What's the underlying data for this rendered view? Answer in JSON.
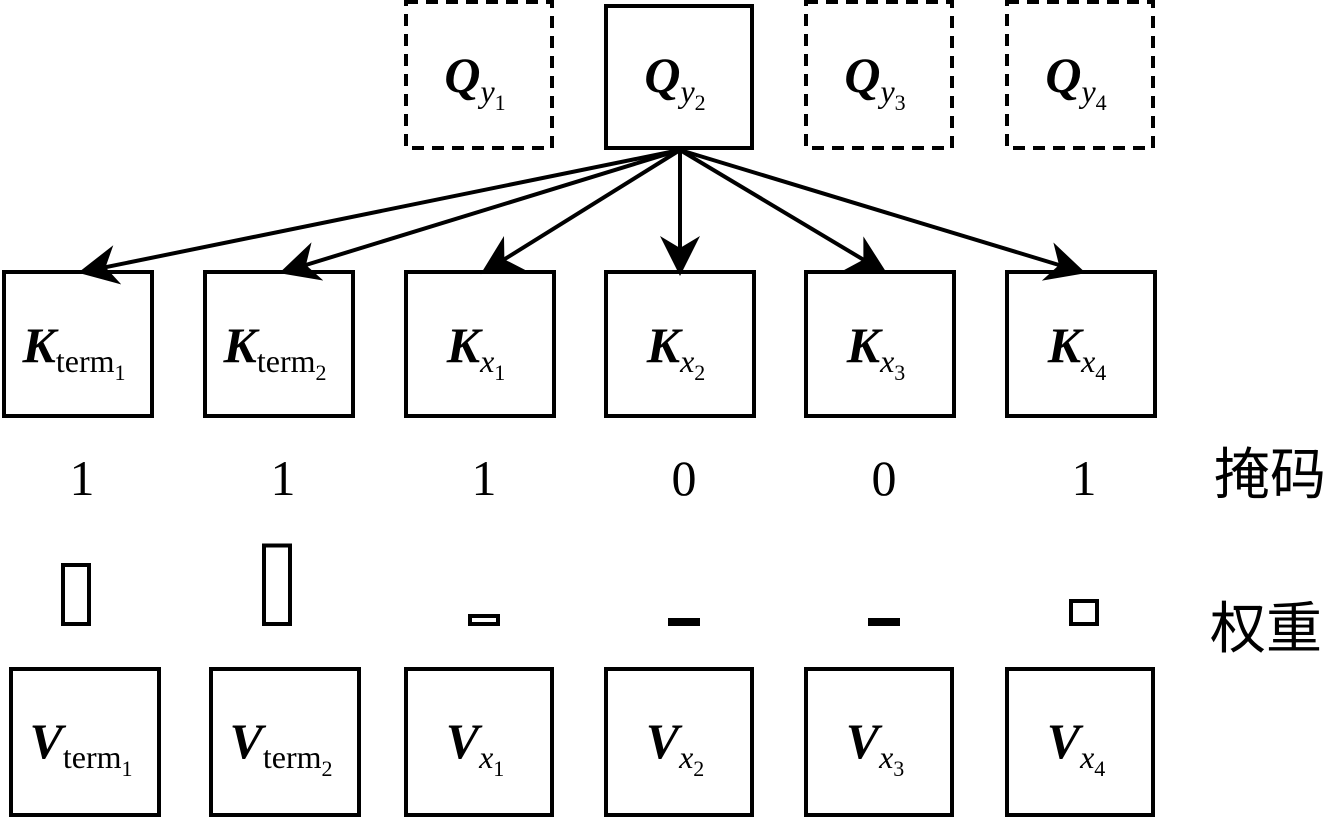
{
  "queries": [
    {
      "symbol": "Q",
      "sub": "y",
      "subsub": "1",
      "style": "dashed"
    },
    {
      "symbol": "Q",
      "sub": "y",
      "subsub": "2",
      "style": "solid"
    },
    {
      "symbol": "Q",
      "sub": "y",
      "subsub": "3",
      "style": "dashed"
    },
    {
      "symbol": "Q",
      "sub": "y",
      "subsub": "4",
      "style": "dashed"
    }
  ],
  "keys": [
    {
      "symbol": "K",
      "sub": "term",
      "subsub": "1",
      "sub_italic": false
    },
    {
      "symbol": "K",
      "sub": "term",
      "subsub": "2",
      "sub_italic": false
    },
    {
      "symbol": "K",
      "sub": "x",
      "subsub": "1",
      "sub_italic": true
    },
    {
      "symbol": "K",
      "sub": "x",
      "subsub": "2",
      "sub_italic": true
    },
    {
      "symbol": "K",
      "sub": "x",
      "subsub": "3",
      "sub_italic": true
    },
    {
      "symbol": "K",
      "sub": "x",
      "subsub": "4",
      "sub_italic": true
    }
  ],
  "mask": {
    "label": "掩码",
    "values": [
      "1",
      "1",
      "1",
      "0",
      "0",
      "1"
    ]
  },
  "weights": {
    "label": "权重",
    "levels": [
      0.42,
      0.55,
      0.08,
      0.04,
      0.04,
      0.18
    ]
  },
  "values_row": [
    {
      "symbol": "V",
      "sub": "term",
      "subsub": "1",
      "sub_italic": false
    },
    {
      "symbol": "V",
      "sub": "term",
      "subsub": "2",
      "sub_italic": false
    },
    {
      "symbol": "V",
      "sub": "x",
      "subsub": "1",
      "sub_italic": true
    },
    {
      "symbol": "V",
      "sub": "x",
      "subsub": "2",
      "sub_italic": true
    },
    {
      "symbol": "V",
      "sub": "x",
      "subsub": "3",
      "sub_italic": true
    },
    {
      "symbol": "V",
      "sub": "x",
      "subsub": "4",
      "sub_italic": true
    }
  ]
}
